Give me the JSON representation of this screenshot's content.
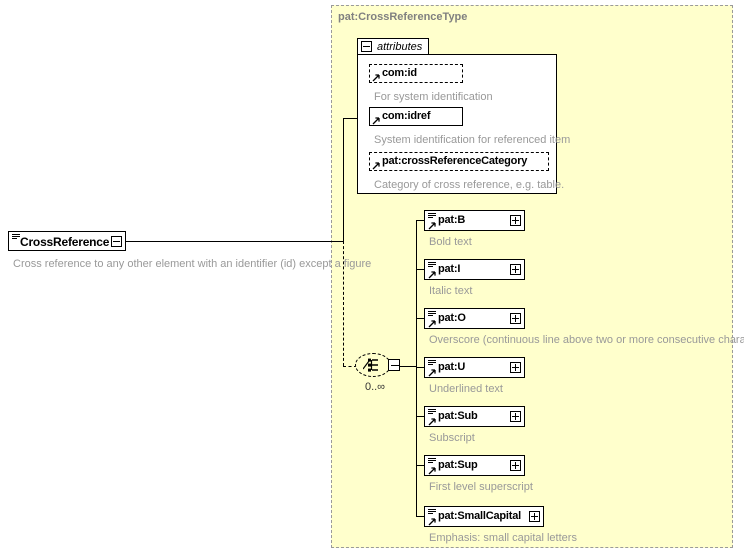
{
  "diagram": {
    "kind": "xsd-schema-diagram",
    "colors": {
      "type_background": "#ffffcc",
      "type_border": "#9a9a9a",
      "box_background": "#ffffff",
      "box_border": "#000000",
      "description_text": "#999999",
      "type_title_text": "#808080",
      "shadow": "#c0c0c0"
    }
  },
  "root_element": {
    "name": "CrossReference",
    "description": "Cross reference to any other element with an identifier (id) except a figure",
    "expander": "minus",
    "icons": [
      "sequence-lines-icon"
    ]
  },
  "complex_type": {
    "title": "pat:CrossReferenceType",
    "attributes_panel": {
      "label": "attributes",
      "expander": "minus",
      "items": [
        {
          "name": "com:id",
          "description": "For system identification",
          "use": "optional",
          "border": "dashed"
        },
        {
          "name": "com:idref",
          "description": "System identification for referenced item",
          "use": "required",
          "border": "solid"
        },
        {
          "name": "pat:crossReferenceCategory",
          "description": "Category of cross reference, e.g. table.",
          "use": "optional",
          "border": "dashed"
        }
      ]
    },
    "choice": {
      "compositor": "choice",
      "cardinality": "0..∞",
      "expander": "minus",
      "border": "dashed"
    },
    "elements": [
      {
        "name": "pat:B",
        "description": "Bold text",
        "expander": "plus",
        "width": 101
      },
      {
        "name": "pat:I",
        "description": "Italic text",
        "expander": "plus",
        "width": 101
      },
      {
        "name": "pat:O",
        "description": "Overscore (continuous line above two or more consecutive characters)",
        "expander": "plus",
        "width": 101
      },
      {
        "name": "pat:U",
        "description": "Underlined text",
        "expander": "plus",
        "width": 101
      },
      {
        "name": "pat:Sub",
        "description": "Subscript",
        "expander": "plus",
        "width": 101
      },
      {
        "name": "pat:Sup",
        "description": "First level superscript",
        "expander": "plus",
        "width": 101
      },
      {
        "name": "pat:SmallCapital",
        "description": "Emphasis: small capital letters",
        "expander": "plus",
        "width": 120
      }
    ]
  }
}
